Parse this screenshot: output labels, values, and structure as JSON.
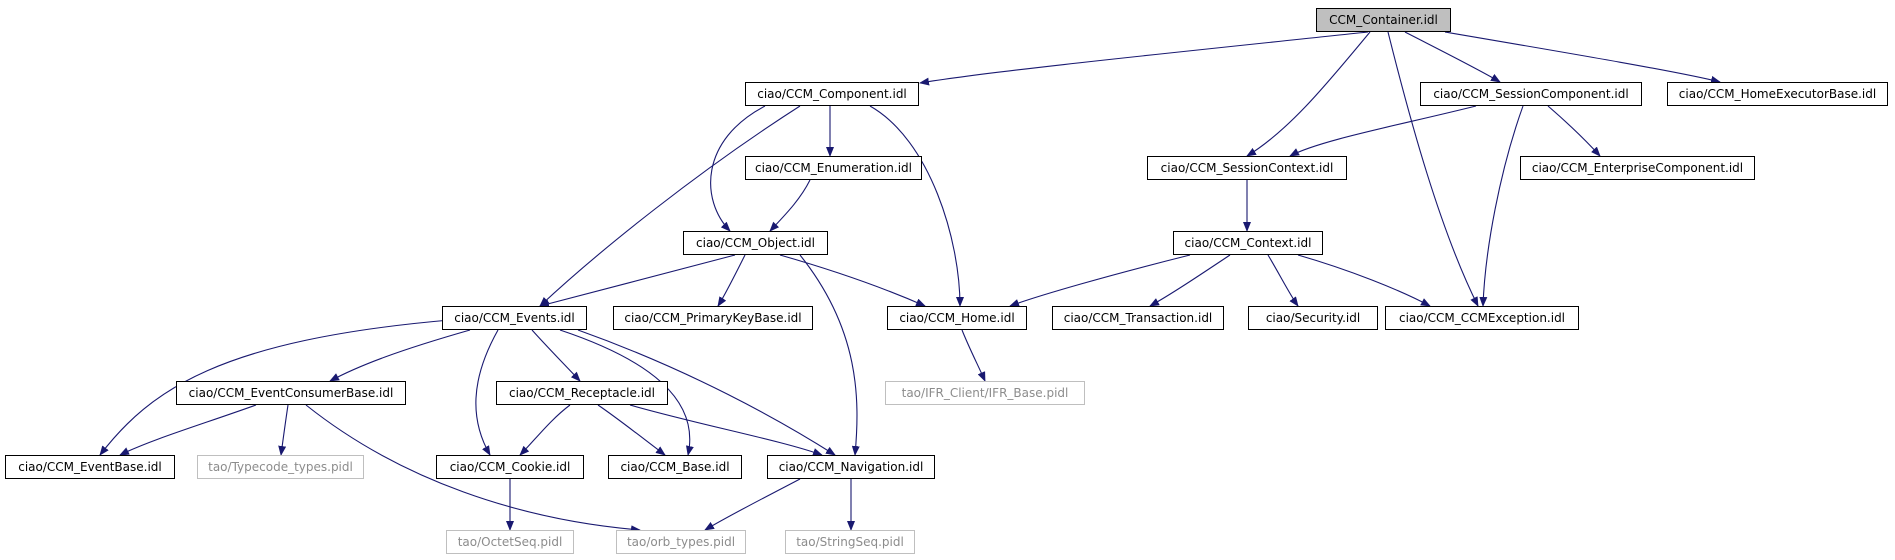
{
  "edge_color": "#191970",
  "external_border_color": "#bfbfbf",
  "root_fill_color": "#bfbfbf",
  "nodes": {
    "ccm_container": "CCM_Container.idl",
    "ccm_component": "ciao/CCM_Component.idl",
    "session_component": "ciao/CCM_SessionComponent.idl",
    "home_executor_base": "ciao/CCM_HomeExecutorBase.idl",
    "enumeration": "ciao/CCM_Enumeration.idl",
    "session_context": "ciao/CCM_SessionContext.idl",
    "enterprise_component": "ciao/CCM_EnterpriseComponent.idl",
    "object": "ciao/CCM_Object.idl",
    "context": "ciao/CCM_Context.idl",
    "events": "ciao/CCM_Events.idl",
    "primary_key_base": "ciao/CCM_PrimaryKeyBase.idl",
    "home": "ciao/CCM_Home.idl",
    "transaction": "ciao/CCM_Transaction.idl",
    "security": "ciao/Security.idl",
    "ccm_exception": "ciao/CCM_CCMException.idl",
    "ifr_client_base": "tao/IFR_Client/IFR_Base.pidl",
    "event_consumer_base": "ciao/CCM_EventConsumerBase.idl",
    "receptacle": "ciao/CCM_Receptacle.idl",
    "event_base": "ciao/CCM_EventBase.idl",
    "typecode_types": "tao/Typecode_types.pidl",
    "cookie": "ciao/CCM_Cookie.idl",
    "base": "ciao/CCM_Base.idl",
    "navigation": "ciao/CCM_Navigation.idl",
    "octet_seq": "tao/OctetSeq.pidl",
    "orb_types": "tao/orb_types.pidl",
    "string_seq": "tao/StringSeq.pidl"
  }
}
